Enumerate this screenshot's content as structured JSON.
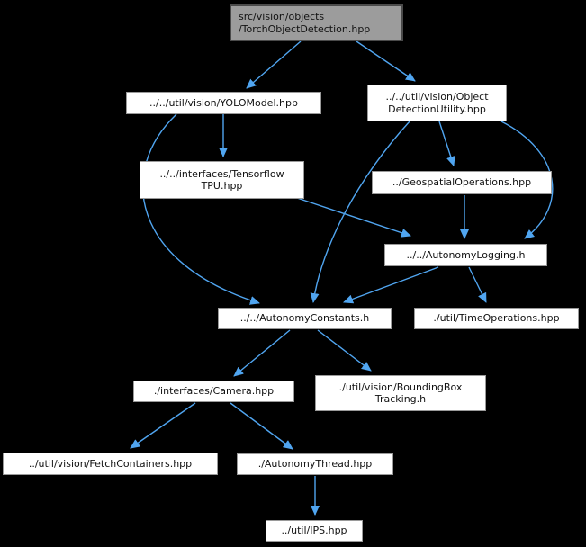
{
  "diagram": {
    "type": "include-dependency-graph",
    "background_color": "#000000",
    "edge_color": "#50A5F0",
    "node_fill": "#ffffff",
    "node_border": "#9a9a9a",
    "highlight_fill": "#9c9c9c",
    "highlight_border": "#4a4a4a",
    "nodes": [
      {
        "id": "torch",
        "label": "src/vision/objects\n/TorchObjectDetection.hpp",
        "highlighted": true
      },
      {
        "id": "yolo",
        "label": "../../util/vision/YOLOModel.hpp",
        "highlighted": false
      },
      {
        "id": "odu",
        "label": "../../util/vision/Object\nDetectionUtility.hpp",
        "highlighted": false
      },
      {
        "id": "tpu",
        "label": "../../interfaces/Tensorflow\nTPU.hpp",
        "highlighted": false
      },
      {
        "id": "geo",
        "label": "../GeospatialOperations.hpp",
        "highlighted": false
      },
      {
        "id": "logging",
        "label": "../../AutonomyLogging.h",
        "highlighted": false
      },
      {
        "id": "constants",
        "label": "../../AutonomyConstants.h",
        "highlighted": false
      },
      {
        "id": "timeops",
        "label": "./util/TimeOperations.hpp",
        "highlighted": false
      },
      {
        "id": "camera",
        "label": "./interfaces/Camera.hpp",
        "highlighted": false
      },
      {
        "id": "bbox",
        "label": "./util/vision/BoundingBox\nTracking.h",
        "highlighted": false
      },
      {
        "id": "fetch",
        "label": "../util/vision/FetchContainers.hpp",
        "highlighted": false
      },
      {
        "id": "thread",
        "label": "./AutonomyThread.hpp",
        "highlighted": false
      },
      {
        "id": "ips",
        "label": "../util/IPS.hpp",
        "highlighted": false
      }
    ],
    "edges": [
      {
        "from": "torch",
        "to": "yolo"
      },
      {
        "from": "torch",
        "to": "odu"
      },
      {
        "from": "yolo",
        "to": "tpu"
      },
      {
        "from": "yolo",
        "to": "constants"
      },
      {
        "from": "odu",
        "to": "geo"
      },
      {
        "from": "odu",
        "to": "logging"
      },
      {
        "from": "odu",
        "to": "constants"
      },
      {
        "from": "tpu",
        "to": "logging"
      },
      {
        "from": "geo",
        "to": "logging"
      },
      {
        "from": "logging",
        "to": "constants"
      },
      {
        "from": "logging",
        "to": "timeops"
      },
      {
        "from": "constants",
        "to": "camera"
      },
      {
        "from": "constants",
        "to": "bbox"
      },
      {
        "from": "camera",
        "to": "fetch"
      },
      {
        "from": "camera",
        "to": "thread"
      },
      {
        "from": "thread",
        "to": "ips"
      }
    ]
  }
}
